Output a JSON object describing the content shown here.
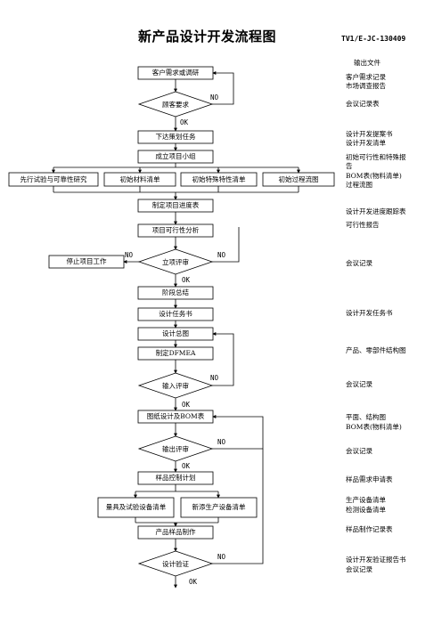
{
  "header": {
    "title": "新产品设计开发流程图",
    "doc_code": "TV1/E-JC-130409"
  },
  "outputs": {
    "heading": "输出文件",
    "items": [
      "客户需求记录",
      "市场调查报告",
      "会议记录表",
      "设计开发提案书",
      "设计开发清单",
      "初始可行性和特殊报",
      "告",
      "BOM表(物料清单)",
      "过程流图",
      "设计开发进度跟踪表",
      "可行性报告",
      "会议记录",
      "设计开发任务书",
      "产品、零部件结构图",
      "会议记录",
      "平面、结构图",
      "BOM表(物料清单)",
      "会议记录",
      "样品需求申请表",
      "生产设备清单",
      "检测设备清单",
      "样品制作记录表",
      "设计开发验证报告书",
      "会议记录"
    ]
  },
  "flow": {
    "customer_needs": "客户需求或调研",
    "customer_req": "顾客要求",
    "plan_task": "下达策划任务",
    "form_team": "成立项目小组",
    "pre_test": "先行试验与可靠性研究",
    "init_material": "初始材料清单",
    "init_special": "初始特殊特性清单",
    "init_process": "初始过程流图",
    "schedule": "制定项目进度表",
    "feasibility": "项目可行性分析",
    "project_review": "立项评审",
    "stop_project": "停止项目工作",
    "stage_summary": "阶段总结",
    "design_task": "设计任务书",
    "design_drawing": "设计总图",
    "dfmea": "制定DFMEA",
    "input_review": "输入评审",
    "drawing_bom": "图纸设计及BOM表",
    "output_review": "输出评审",
    "sample_plan": "样品控制计划",
    "gauge_list": "量具及试验设备清单",
    "new_equipment": "新添生产设备清单",
    "sample_make": "产品样品制作",
    "design_verify": "设计验证"
  },
  "labels": {
    "no": "NO",
    "ok": "OK"
  }
}
